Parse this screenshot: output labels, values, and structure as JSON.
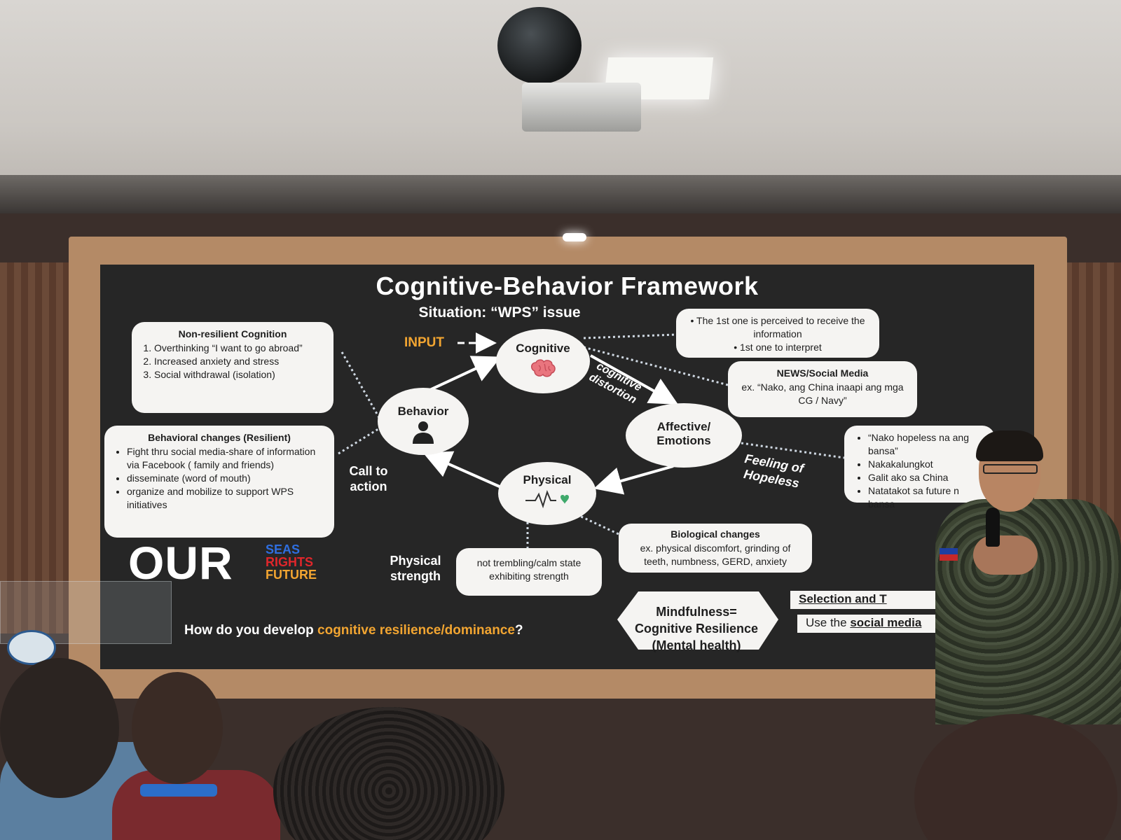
{
  "slide": {
    "title": "Cognitive-Behavior Framework",
    "situation": "Situation: “WPS” issue",
    "input_label": "INPUT",
    "nodes": {
      "cognitive": "Cognitive",
      "behavior": "Behavior",
      "affective_line1": "Affective/",
      "affective_line2": "Emotions",
      "physical": "Physical"
    },
    "labels": {
      "cognitive_distortion_1": "cognitive",
      "cognitive_distortion_2": "distortion",
      "feeling_1": "Feeling of",
      "feeling_2": "Hopeless",
      "call_1": "Call to",
      "call_2": "action",
      "strength_1": "Physical",
      "strength_2": "strength"
    },
    "non_resilient": {
      "heading": "Non-resilient Cognition",
      "items": [
        "Overthinking  “I want to go abroad”",
        "Increased anxiety and stress",
        "Social withdrawal (isolation)"
      ]
    },
    "behavioral_changes": {
      "heading": "Behavioral changes (Resilient)",
      "items": [
        "Fight thru social media-share of information via Facebook ( family and friends)",
        "disseminate (word of mouth)",
        "organize and mobilize to support WPS initiatives"
      ]
    },
    "first_one": {
      "items": [
        "The 1st one is perceived to receive the information",
        "1st one to interpret"
      ]
    },
    "news": {
      "heading": "NEWS/Social Media",
      "text": "ex. “Nako, ang China inaapi ang mga CG / Navy”"
    },
    "emotions_box": {
      "items": [
        "“Nako hopeless na ang bansa”",
        "Nakakalungkot",
        "Galit ako sa China",
        "Natatakot sa future n bansa"
      ]
    },
    "biological": {
      "heading": "Biological changes",
      "text": "ex. physical discomfort, grinding of teeth, numbness, GERD, anxiety"
    },
    "calm": {
      "text": "not trembling/calm state exhibiting strength"
    },
    "our": {
      "word": "OUR",
      "seas": "SEAS",
      "rights": "RIGHTS",
      "future": "FUTURE"
    },
    "question": {
      "before": "How do you develop ",
      "highlight": "cognitive resilience/dominance",
      "after": "?"
    },
    "mindfulness": {
      "line1": "Mindfulness=",
      "line2": "Cognitive Resilience",
      "line3": "(Mental health)"
    },
    "strips": {
      "selection": "Selection and T",
      "use_before": "Use the ",
      "use_link": "social media"
    }
  },
  "colors": {
    "slide_bg": "#262626",
    "box_bg": "#f5f4f2",
    "accent_orange": "#f2a531",
    "seas_blue": "#2f6fe0",
    "rights_red": "#e0262b",
    "future_orange": "#f2a531"
  },
  "icons": {
    "brain": "brain-icon",
    "person": "person-silhouette-icon",
    "heartbeat": "heartbeat-icon"
  }
}
